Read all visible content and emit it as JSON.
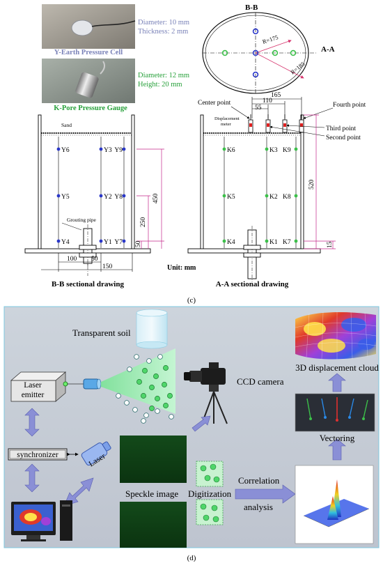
{
  "panel_c": {
    "label": "(c)",
    "photo_cell": {
      "specs": [
        "Diameter: 10 mm",
        "Thickness: 2 mm"
      ],
      "caption": "Y-Earth Pressure Cell"
    },
    "photo_gauge": {
      "specs": [
        "Diameter: 12 mm",
        "Height: 20 mm"
      ],
      "caption": "K-Pore  Pressure Gauge"
    },
    "plan": {
      "section_bb": "B-B",
      "section_aa": "A-A",
      "r_inner": "R=175",
      "r_outer": "R=185"
    },
    "bb": {
      "sand": "Sand",
      "grouting": "Grouting pipe",
      "sensors": [
        "Y6",
        "Y3",
        "Y9",
        "Y5",
        "Y2",
        "Y8",
        "Y4",
        "Y1",
        "Y7"
      ],
      "dims": {
        "d450": "450",
        "d250": "250",
        "d50": "50",
        "h100": "100",
        "h50": "50",
        "h150": "150"
      },
      "title": "B-B sectional drawing"
    },
    "aa": {
      "center": "Center point",
      "fourth": "Fourth point",
      "third": "Third point",
      "second": "Second point",
      "meter": [
        "Displacement",
        "meter"
      ],
      "sensors": [
        "K6",
        "K3",
        "K9",
        "K5",
        "K2",
        "K8",
        "K4",
        "K1",
        "K7"
      ],
      "dims": {
        "d165": "165",
        "d110": "110",
        "d55": "55",
        "d520": "520",
        "d15": "15"
      },
      "title": "A-A sectional drawing"
    },
    "unit": "Unit: mm"
  },
  "panel_d": {
    "label": "(d)",
    "transparent_soil": "Transparent soil",
    "laser_emitter": [
      "Laser",
      "emitter"
    ],
    "synchronizer": "synchronizer",
    "laser": "Laser",
    "ccd_camera": "CCD camera",
    "speckle_image": "Speckle image",
    "digitization": "Digitization",
    "correlation": [
      "Correlation",
      "analysis"
    ],
    "vectoring": "Vectoring",
    "cloud": "3D displacement cloud"
  },
  "colors": {
    "bg_d": "#c8ccd6",
    "arrow": "#8a8fd6",
    "green": "#3cc04a",
    "blue": "#2a37c8"
  }
}
